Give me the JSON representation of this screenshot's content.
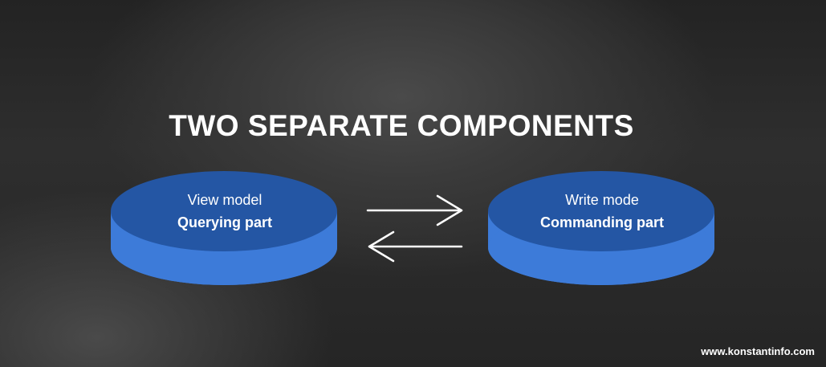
{
  "title": "TWO SEPARATE COMPONENTS",
  "left_component": {
    "line1": "View model",
    "line2": "Querying part"
  },
  "right_component": {
    "line1": "Write mode",
    "line2": "Commanding part"
  },
  "footer": "www.konstantinfo.com",
  "colors": {
    "disc_top": "#2456a4",
    "disc_side": "#3d7bd9",
    "arrow": "#ffffff",
    "text": "#ffffff"
  }
}
